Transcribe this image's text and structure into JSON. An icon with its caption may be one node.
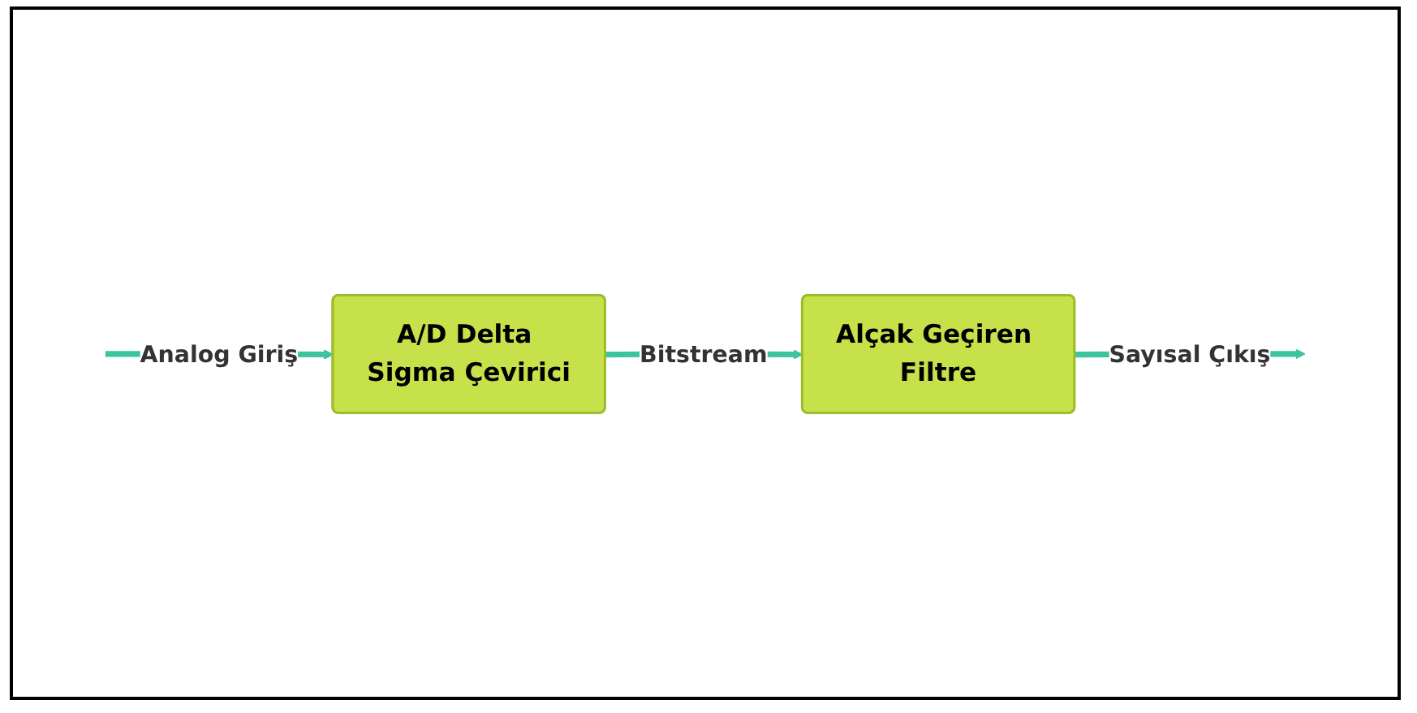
{
  "diagram": {
    "nodes": [
      {
        "text": [
          "A/D Delta Sigma Çevirici"
        ]
      },
      {
        "text": [
          "Alçak Geçiren Filtre"
        ]
      }
    ],
    "edges": [
      {
        "from": null,
        "to": 0,
        "arrow": "to",
        "label": "Analog Giriş"
      },
      {
        "from": 0,
        "to": 1,
        "arrow": "to",
        "label": "Bitstream"
      },
      {
        "from": 1,
        "to": null,
        "arrow": "to",
        "label": "Sayısal Çıkış"
      }
    ]
  }
}
